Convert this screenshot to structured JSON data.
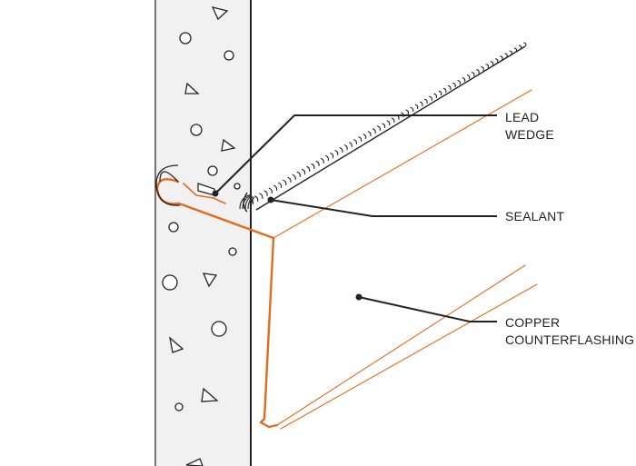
{
  "labels": {
    "lead_wedge": [
      "LEAD",
      "WEDGE"
    ],
    "sealant": "SEALANT",
    "copper_counterflashing": [
      "COPPER",
      "COUNTERFLASHING"
    ]
  },
  "colors": {
    "flashing": "#e06c1c",
    "line": "#222222",
    "concrete_fill": "#f1f1f1",
    "background": "#ffffff"
  }
}
